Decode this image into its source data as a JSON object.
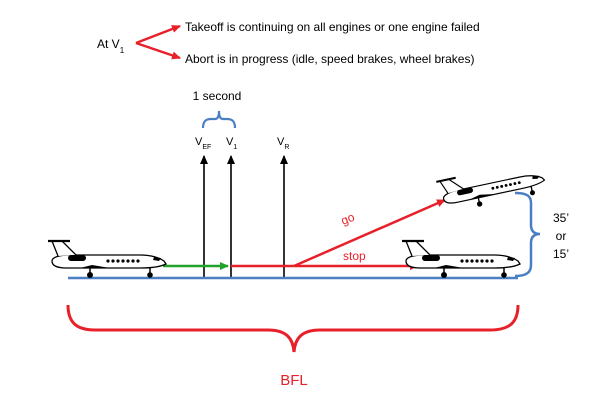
{
  "legend": {
    "prefix": "At V",
    "prefix_sub": "1",
    "continue_text": "Takeoff is continuing on all engines or one engine failed",
    "abort_text": "Abort is in progress (idle, speed brakes, wheel brakes)"
  },
  "timing": {
    "label": "1 second"
  },
  "speeds": {
    "vef": {
      "main": "V",
      "sub": "EF"
    },
    "v1": {
      "main": "V",
      "sub": "1"
    },
    "vr": {
      "main": "V",
      "sub": "R"
    }
  },
  "paths": {
    "go_label": "go",
    "stop_label": "stop"
  },
  "height": {
    "line1": "35’",
    "line2": "or",
    "line3": "15’"
  },
  "distance": {
    "label": "BFL"
  },
  "colors": {
    "red": "#e8202a",
    "green": "#22a22a",
    "blue": "#4a7fc4",
    "black": "#000000"
  },
  "icons": [
    "jet-aircraft-icon"
  ]
}
